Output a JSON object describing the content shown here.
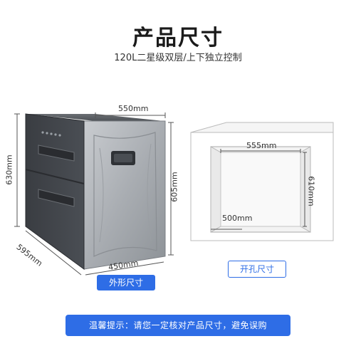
{
  "header": {
    "title": "产品尺寸",
    "subtitle": "120L二星级双层/上下独立控制"
  },
  "product": {
    "dim_width": "550mm",
    "dim_total_height": "630mm",
    "dim_body_height": "605mm",
    "dim_depth": "595mm",
    "dim_body_width": "450mm",
    "label": "外形尺寸"
  },
  "cutout": {
    "dim_width": "555mm",
    "dim_height": "610mm",
    "dim_depth": "500mm",
    "label": "开孔尺寸"
  },
  "tip": {
    "text": "温馨提示：请您一定核对产品尺寸，避免误购"
  },
  "colors": {
    "accent": "#2e6de6"
  }
}
